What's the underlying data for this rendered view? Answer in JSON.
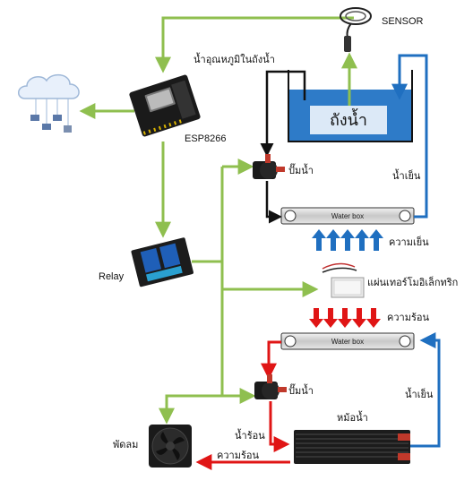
{
  "labels": {
    "sensor": "SENSOR",
    "tank_water_temp": "น้ำอุณหภูมิในถังน้ำ",
    "esp8266": "ESP8266",
    "tank": "ถังน้ำ",
    "pump_top": "ปั๊มน้ำ",
    "cold_water_right": "น้ำเย็น",
    "water_box_top": "Water box",
    "coolness": "ความเย็น",
    "relay": "Relay",
    "peltier": "แผ่นเทอร์โมอิเล็กทริก",
    "heat_mid": "ความร้อน",
    "water_box_bottom": "Water box",
    "pump_bottom": "ปั๊มน้ำ",
    "cold_water_bottom": "น้ำเย็น",
    "radiator": "หม้อน้ำ",
    "hot_water": "น้ำร้อน",
    "fan": "พัดลม",
    "heat_bottom": "ความร้อน"
  },
  "colors": {
    "control_line": "#8fbf4f",
    "cold": "#1f6fc0",
    "hot": "#e01515",
    "water": "#2e7bc8",
    "tank_label_bg": "#dce9f7"
  }
}
